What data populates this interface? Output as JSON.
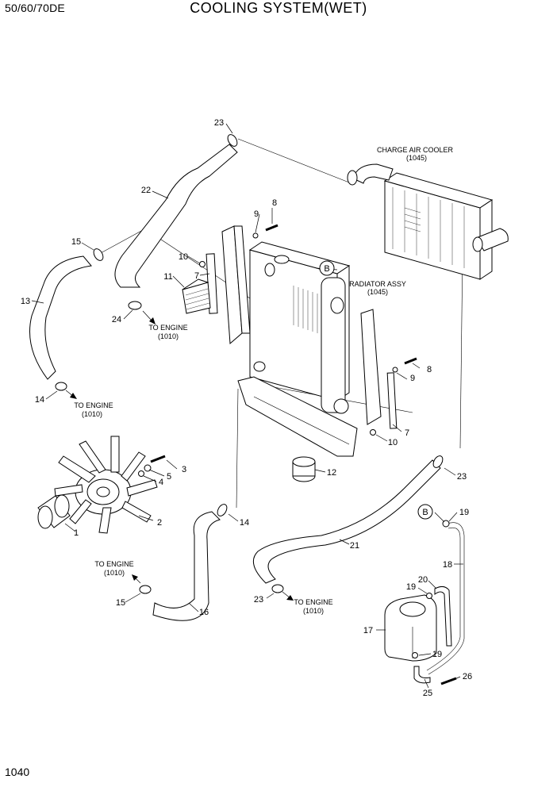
{
  "header": {
    "model": "50/60/70DE",
    "title": "COOLING SYSTEM(WET)"
  },
  "page_number": "1040",
  "callouts": [
    "1",
    "2",
    "3",
    "4",
    "5",
    "7",
    "7",
    "8",
    "8",
    "9",
    "9",
    "10",
    "10",
    "11",
    "12",
    "13",
    "14",
    "14",
    "15",
    "15",
    "16",
    "17",
    "18",
    "19",
    "19",
    "19",
    "20",
    "21",
    "22",
    "23",
    "23",
    "23",
    "24",
    "25",
    "26"
  ],
  "labels": {
    "charge_air_cooler": "CHARGE AIR COOLER",
    "charge_air_cooler_ref": "(1045)",
    "radiator_assy": "RADIATOR ASSY",
    "radiator_assy_ref": "(1045)",
    "to_engine": "TO ENGINE",
    "to_engine_ref": "(1010)",
    "ref_b": "B"
  }
}
